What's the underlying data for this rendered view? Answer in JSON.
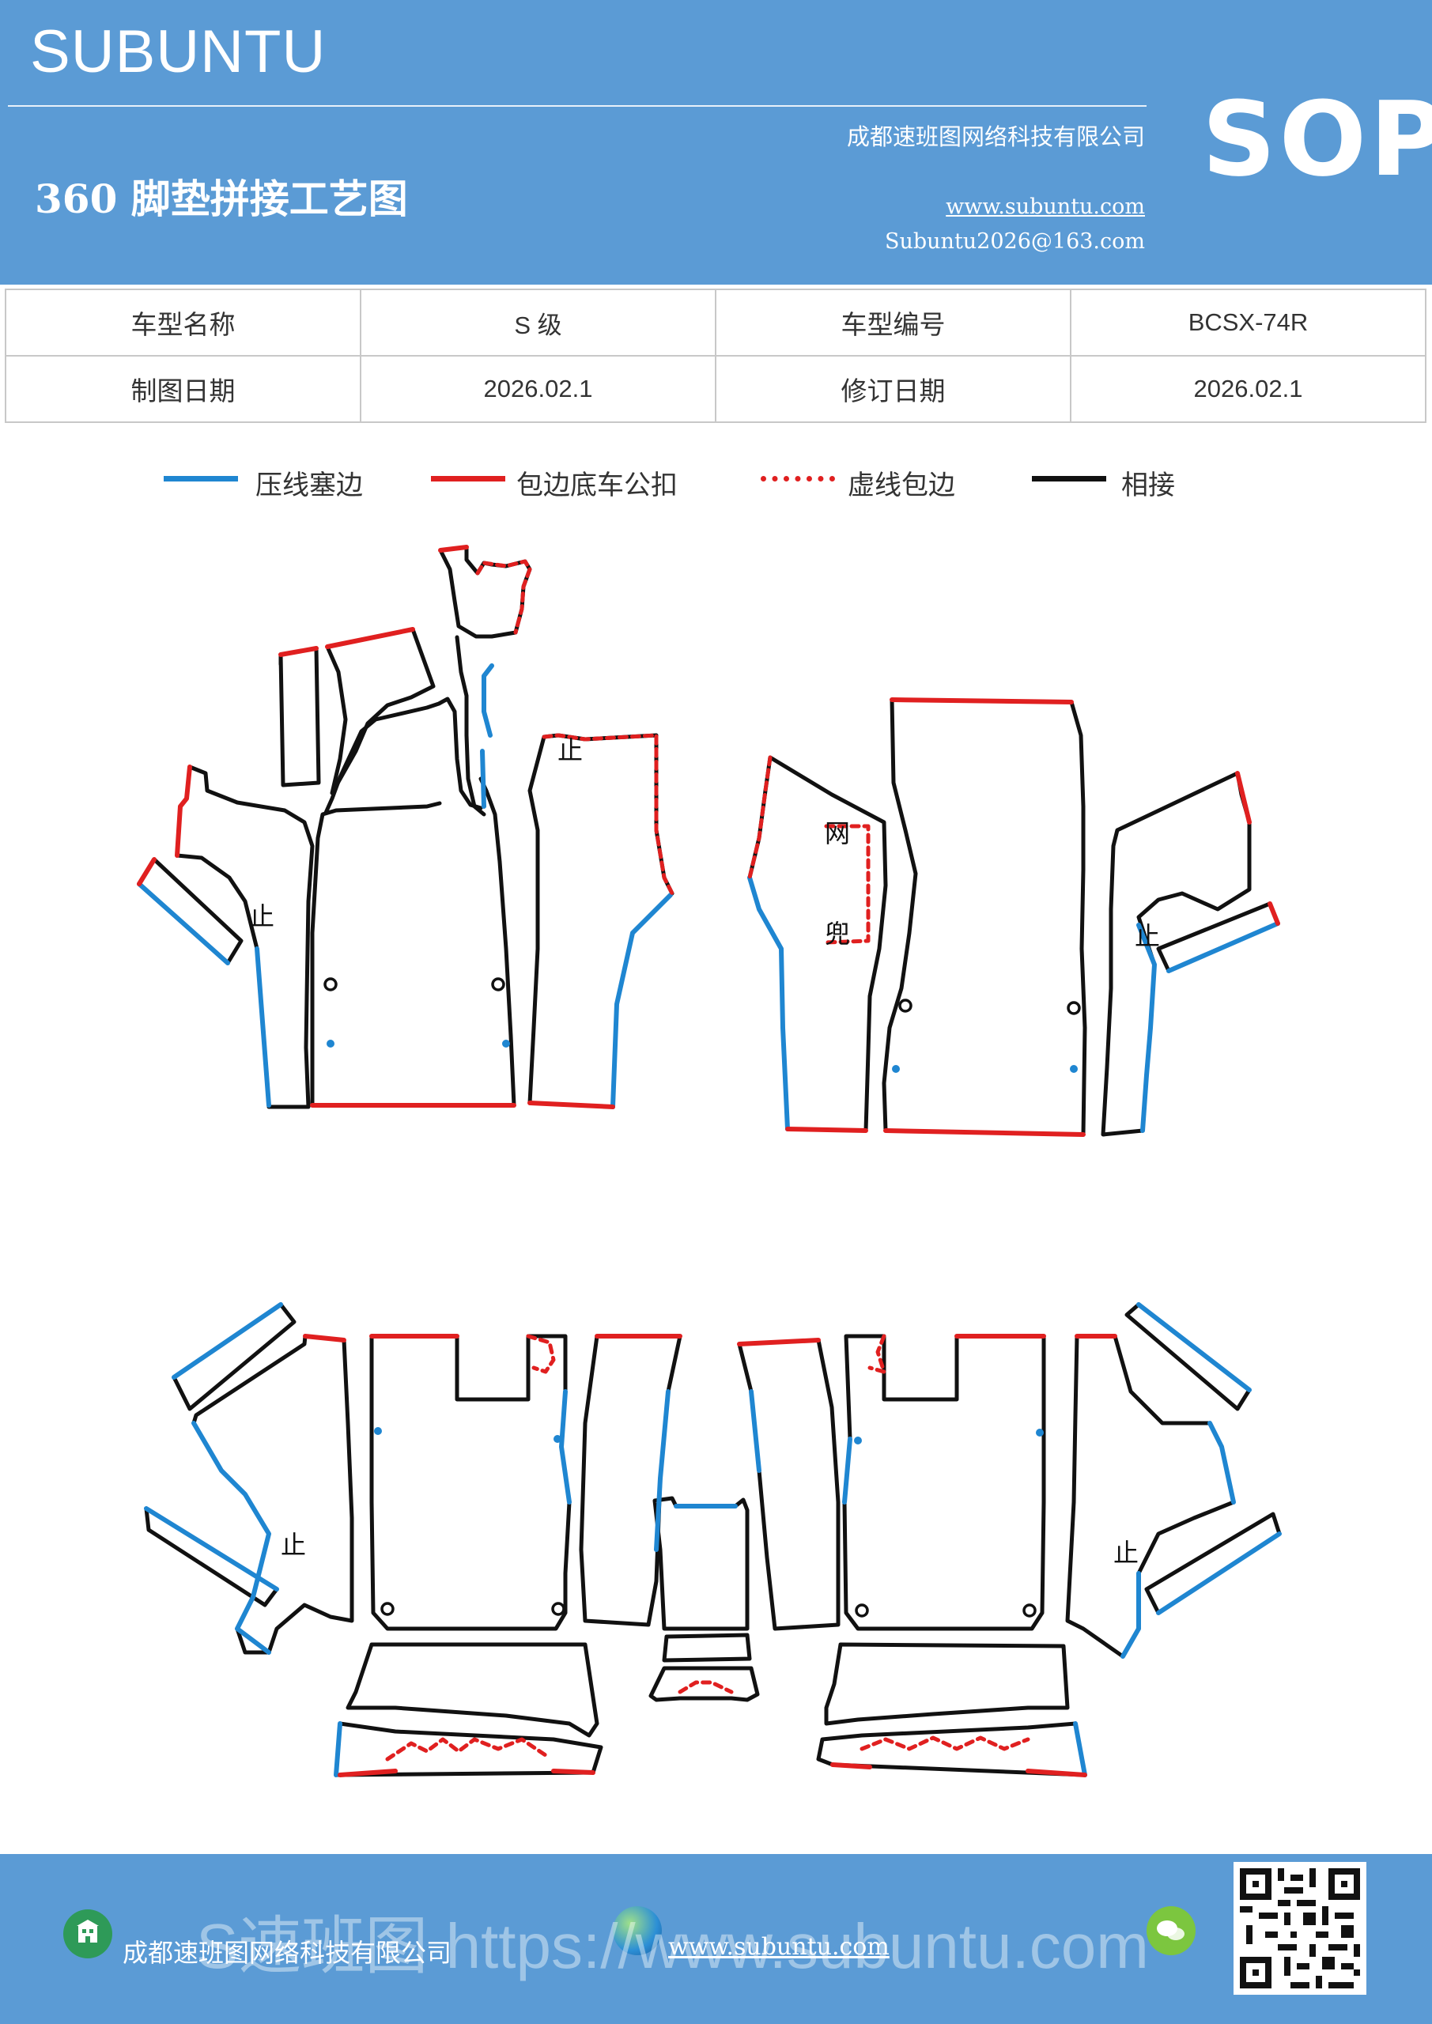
{
  "header": {
    "brand": "SUBUNTU",
    "company": "成都速班图网络科技有限公司",
    "website": "www.subuntu.com",
    "email": "Subuntu2026@163.com",
    "title": "360 脚垫拼接工艺图",
    "badge": "SOP"
  },
  "info": {
    "model_name_label": "车型名称",
    "model_name": "S 级",
    "model_code_label": "车型编号",
    "model_code": "BCSX-74R",
    "draw_date_label": "制图日期",
    "draw_date": "2026.02.1",
    "revise_date_label": "修订日期",
    "revise_date": "2026.02.1"
  },
  "legend": [
    {
      "label": "压线塞边",
      "color": "#1f86d1",
      "style": "solid"
    },
    {
      "label": "包边底车公扣",
      "color": "#e02020",
      "style": "solid"
    },
    {
      "label": "虚线包边",
      "color": "#e02020",
      "style": "dashed"
    },
    {
      "label": "相接",
      "color": "#111111",
      "style": "solid"
    }
  ],
  "annotations": {
    "stop": "止",
    "net_top": "网",
    "net_bottom": "兜"
  },
  "colors": {
    "header_bg": "#5b9bd5",
    "blue_edge": "#1f86d1",
    "red_edge": "#e02020",
    "black_edge": "#111111"
  },
  "footer": {
    "company": "成都速班图网络科技有限公司",
    "website": "www.subuntu.com",
    "watermark": "S速班图 https://www.subuntu.com",
    "icons": [
      "building-icon",
      "globe-icon",
      "wechat-icon",
      "qr-code-icon"
    ]
  }
}
